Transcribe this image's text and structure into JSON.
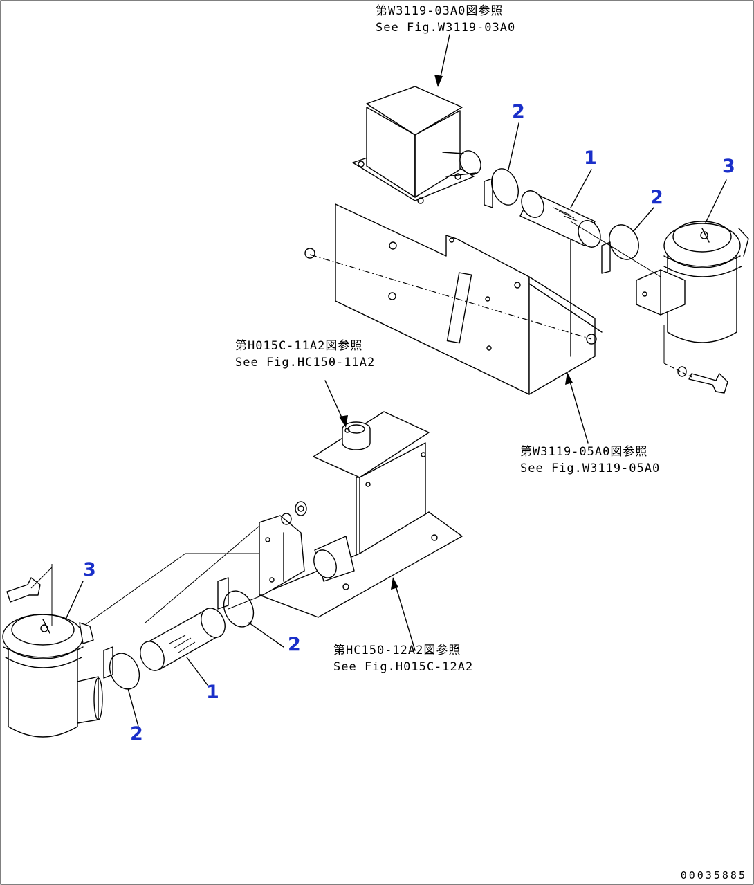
{
  "callouts": {
    "top_fig": {
      "jp": "第W3119-03A0図参照",
      "en": "See Fig.W3119-03A0"
    },
    "middle_fig": {
      "jp": "第H015C-11A2図参照",
      "en": "See Fig.HC150-11A2"
    },
    "right_fig": {
      "jp": "第W3119-05A0図参照",
      "en": "See Fig.W3119-05A0"
    },
    "bottom_fig": {
      "jp": "第HC150-12A2図参照",
      "en": "See Fig.H015C-12A2"
    }
  },
  "part_numbers": {
    "hose_top": "1",
    "clamp_top_left": "2",
    "clamp_top_right": "2",
    "filter_top": "3",
    "filter_bottom": "3",
    "clamp_bottom_mid": "2",
    "hose_bottom": "1",
    "clamp_bottom_left": "2"
  },
  "figure_id": "00035885",
  "colors": {
    "line": "#000000",
    "part_number": "#1a2fc9",
    "background": "#ffffff"
  }
}
